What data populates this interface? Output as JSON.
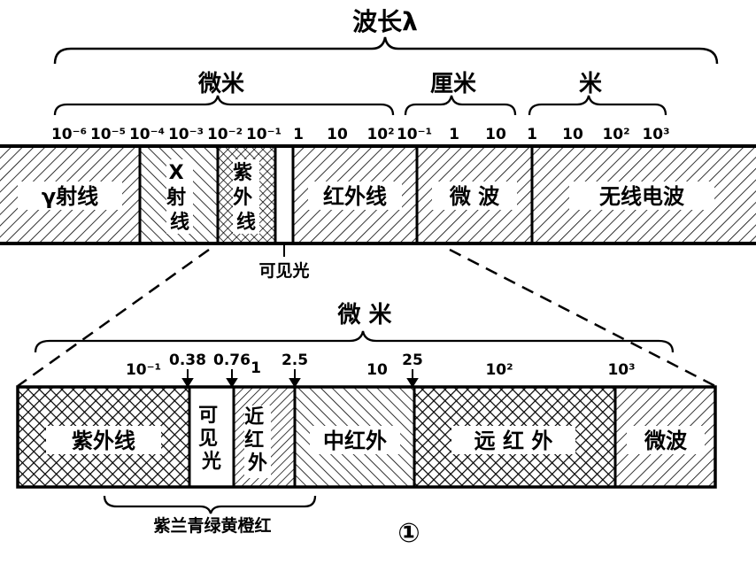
{
  "figure_label": "①",
  "wavelength_title": "波长λ",
  "top": {
    "groups": [
      {
        "name": "微米"
      },
      {
        "name": "厘米"
      },
      {
        "name": "米"
      }
    ],
    "ticks": [
      "10⁻⁶",
      "10⁻⁵",
      "10⁻⁴",
      "10⁻³",
      "10⁻²",
      "10⁻¹",
      "1",
      "10",
      "10²",
      "10⁻¹",
      "1",
      "10",
      "1",
      "10",
      "10²",
      "10³"
    ],
    "bands": {
      "gamma": "γ射线",
      "xray": "X射线",
      "uv": "紫外线",
      "ir": "红外线",
      "micro": "微 波",
      "radio": "无线电波"
    },
    "visible_label": "可见光"
  },
  "bottom": {
    "group": "微 米",
    "ticks": [
      "10⁻¹",
      "0.38",
      "0.76",
      "1",
      "2.5",
      "10",
      "25",
      "10²",
      "10³"
    ],
    "bands": {
      "uv": "紫外线",
      "visible": "可见光",
      "near_ir": "近红外",
      "mid_ir": "中红外",
      "far_ir": "远 红 外",
      "micro": "微波"
    },
    "colors_label": "紫兰青绿黄橙红"
  }
}
